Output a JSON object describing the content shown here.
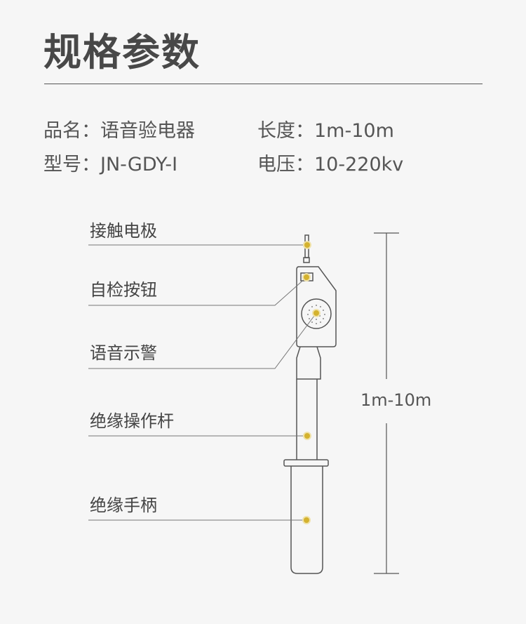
{
  "title": "规格参数",
  "specs": {
    "name": "品名：语音验电器",
    "length": "长度：1m-10m",
    "model": "型号：JN-GDY-I",
    "voltage": "电压：10-220kv"
  },
  "parts": [
    "接触电极",
    "自检按钮",
    "语音示警",
    "绝缘操作杆",
    "绝缘手柄"
  ],
  "dimension": "1m-10m",
  "colors": {
    "marker": "#d4b22e",
    "line": "#555555",
    "background": "#f6f6f6"
  }
}
